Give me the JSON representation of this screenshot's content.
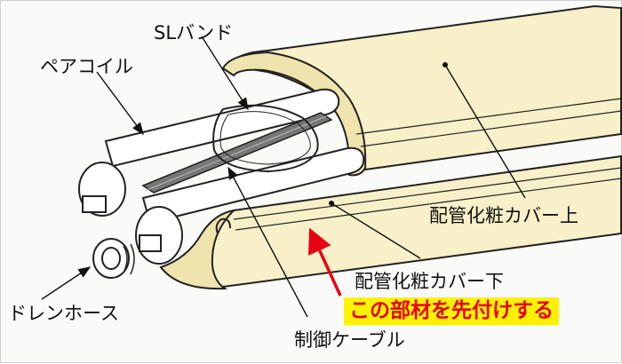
{
  "labels": {
    "sl_band": "SLバンド",
    "pair_coil": "ペアコイル",
    "cover_top": "配管化粧カバー上",
    "cover_bottom": "配管化粧カバー下",
    "drain_hose": "ドレンホース",
    "control_cable": "制御ケーブル"
  },
  "callout": {
    "text": "この部材を先付けする"
  },
  "colors": {
    "cover": "#f7f0c8",
    "cover_shade": "#efe4ad",
    "pipe": "#ffffff",
    "cable": "#777777",
    "callout_text": "#e60012",
    "callout_bg": "#fff200",
    "arrow": "#e60012"
  }
}
